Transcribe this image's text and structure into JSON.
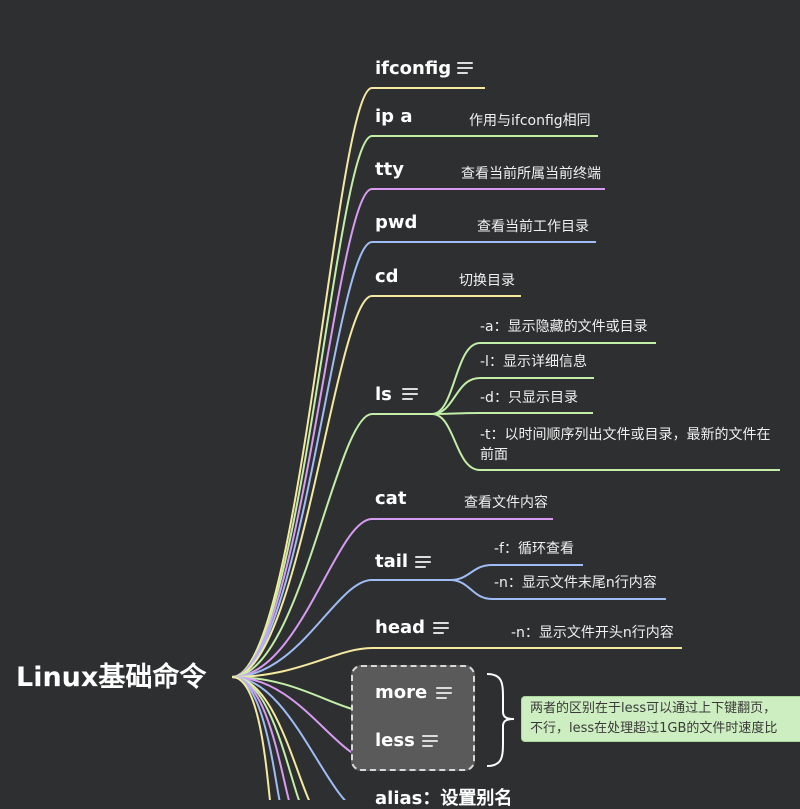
{
  "root": {
    "label": "Linux基础命令"
  },
  "commands": {
    "ifconfig": {
      "label": "ifconfig"
    },
    "ipa": {
      "label": "ip a",
      "desc": "作用与ifconfig相同"
    },
    "tty": {
      "label": "tty",
      "desc": "查看当前所属当前终端"
    },
    "pwd": {
      "label": "pwd",
      "desc": "查看当前工作目录"
    },
    "cd": {
      "label": "cd",
      "desc": "切换目录"
    },
    "ls": {
      "label": "ls",
      "options": [
        "-a：显示隐藏的文件或目录",
        "-l：显示详细信息",
        "-d：只显示目录",
        "-t：以时间顺序列出文件或目录，最新的文件在",
        "前面"
      ]
    },
    "cat": {
      "label": "cat",
      "desc": "查看文件内容"
    },
    "tail": {
      "label": "tail",
      "options": [
        "-f：循环查看",
        "-n：显示文件末尾n行内容"
      ]
    },
    "head": {
      "label": "head",
      "desc": "-n：显示文件开头n行内容"
    },
    "more": {
      "label": "more"
    },
    "less": {
      "label": "less"
    },
    "alias": {
      "label": "alias：设置别名"
    }
  },
  "summary": {
    "line1": "两者的区别在于less可以通过上下键翻页，",
    "line2": "不行，less在处理超过1GB的文件时速度比"
  },
  "colors": {
    "background": "#2e2f30",
    "yellow": "#f4e9a0",
    "green": "#c2eea8",
    "purple": "#d79cf2",
    "blue": "#9fbdf4",
    "summary_bg": "#cdeec0"
  },
  "icons": {
    "note": "note-lines-icon"
  }
}
